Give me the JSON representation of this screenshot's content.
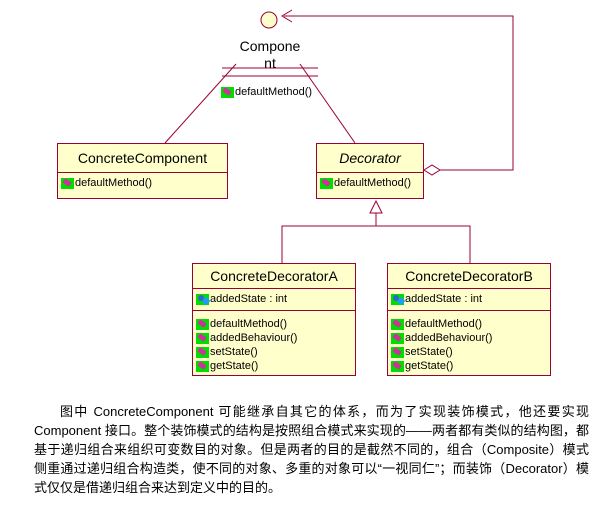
{
  "component": {
    "name_line1": "Compone",
    "name_line2": "nt",
    "method": "defaultMethod()"
  },
  "concrete_component": {
    "name": "ConcreteComponent",
    "methods": [
      "defaultMethod()"
    ]
  },
  "decorator": {
    "name": "Decorator",
    "methods": [
      "defaultMethod()"
    ]
  },
  "concrete_decorator_a": {
    "name": "ConcreteDecoratorA",
    "attributes": [
      "addedState : int"
    ],
    "methods": [
      "defaultMethod()",
      "addedBehaviour()",
      "setState()",
      "getState()"
    ]
  },
  "concrete_decorator_b": {
    "name": "ConcreteDecoratorB",
    "attributes": [
      "addedState : int"
    ],
    "methods": [
      "defaultMethod()",
      "addedBehaviour()",
      "setState()",
      "getState()"
    ]
  },
  "caption": "图中 ConcreteComponent 可能继承自其它的体系，而为了实现装饰模式，他还要实现 Component 接口。整个装饰模式的结构是按照组合模式来实现的——两者都有类似的结构图，都基于递归组合来组织可变数目的对象。但是两者的目的是截然不同的，组合（Composite）模式侧重通过递归组合构造类，使不同的对象、多重的对象可以“一视同仁”；而装饰（Decorator）模式仅仅是借递归组合来达到定义中的目的。",
  "colors": {
    "border": "#990033",
    "class_fill": "#ffffcc",
    "icon_green": "#00dd00"
  }
}
